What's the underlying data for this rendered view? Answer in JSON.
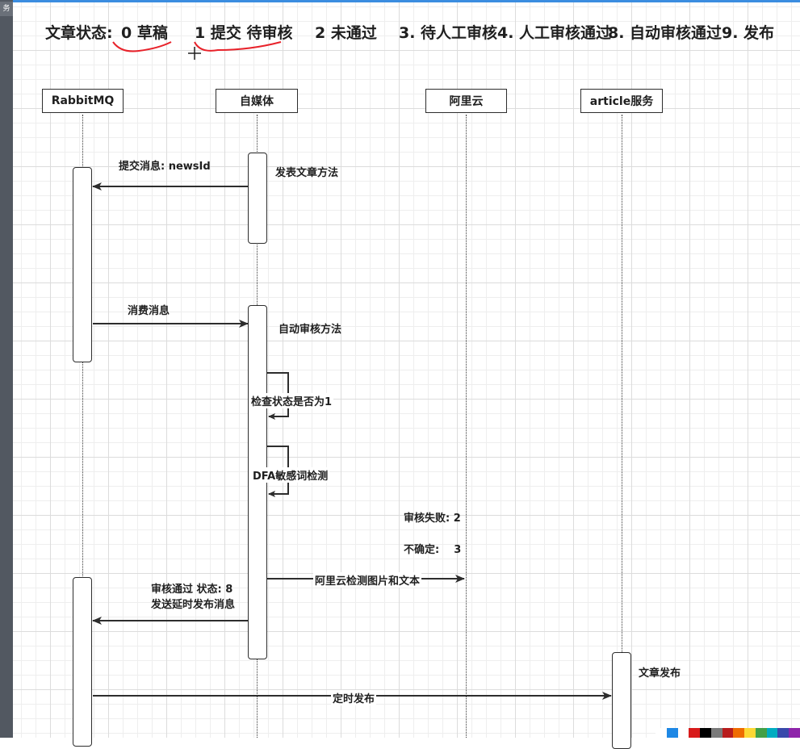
{
  "statuses": {
    "prefix": "文章状态:",
    "items": [
      "0 草稿",
      "1 提交 待审核",
      "2 未通过",
      "3. 待人工审核",
      "4. 人工审核通过",
      "8. 自动审核通过",
      "9. 发布"
    ]
  },
  "participants": {
    "rabbitmq": "RabbitMQ",
    "media": "自媒体",
    "aliyun": "阿里云",
    "article": "article服务"
  },
  "labels": {
    "submit_message": "提交消息:  newsId",
    "publish_method": "发表文章方法",
    "consume_message": "消费消息",
    "auto_review_method": "自动审核方法",
    "check_status": "检查状态是否为1",
    "dfa_check": "DFA敏感词检测",
    "review_fail": "审核失败:  2",
    "uncertain": "不确定:    3",
    "aliyun_check": "阿里云检测图片和文本",
    "review_pass_line1": "审核通过 状态: 8",
    "review_pass_line2": "发送延时发布消息",
    "article_publish": "文章发布",
    "scheduled_publish": "定时发布"
  },
  "colors": {
    "annotation_red": "#e8222a",
    "accent_blue": "#3b8de0",
    "stroke": "#2d2d2d",
    "palette": [
      "#ffffff",
      "#1e88e5",
      "#ffffff",
      "#d81b1b",
      "#000000",
      "#7a7a7a",
      "#b71c1c",
      "#ef6c00",
      "#fdd835",
      "#43a047",
      "#00acc1",
      "#3949ab",
      "#8e24aa"
    ]
  }
}
